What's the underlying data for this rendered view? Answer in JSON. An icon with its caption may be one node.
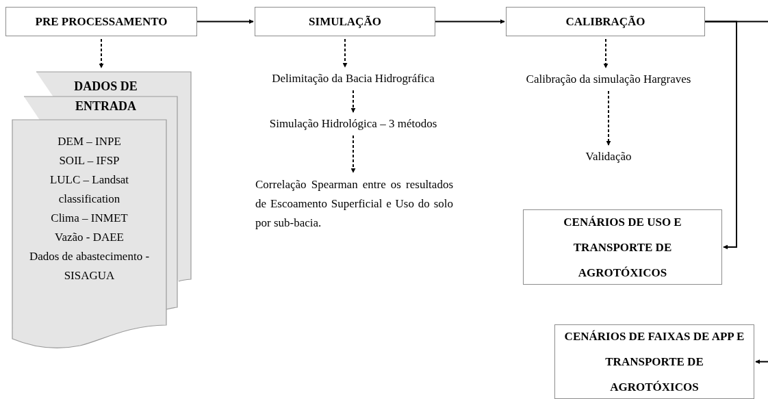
{
  "diagram": {
    "nodes": [
      {
        "text": [
          "PRE PROCESSAMENTO"
        ]
      },
      {
        "text": [
          "DADOS DE ENTRADA",
          "DEM – INPE",
          "SOIL – IFSP",
          "LULC – Landsat classification",
          "Clima – INMET",
          "Vazão - DAEE",
          "Dados de abastecimento - SISAGUA"
        ]
      },
      {
        "text": [
          "SIMULAÇÃO"
        ]
      },
      {
        "text": [
          "Delimitação da Bacia Hidrográfica"
        ]
      },
      {
        "text": [
          "Simulação Hidrológica – 3 métodos"
        ]
      },
      {
        "text": [
          "Correlação Spearman entre os resultados de Escoamento Superficial e Uso do solo por sub-bacia."
        ]
      },
      {
        "text": [
          "CALIBRAÇÃO"
        ]
      },
      {
        "text": [
          "Calibração da simulação Hargraves"
        ]
      },
      {
        "text": [
          "Validação"
        ]
      },
      {
        "text": [
          "CENÁRIOS DE USO E TRANSPORTE DE AGROTÓXICOS"
        ]
      },
      {
        "text": [
          "CENÁRIOS DE FAIXAS DE APP E TRANSPORTE DE AGROTÓXICOS"
        ]
      }
    ],
    "edges": [
      {
        "from": 0,
        "to": 2,
        "arrow": "to"
      },
      {
        "from": 2,
        "to": 6,
        "arrow": "to"
      },
      {
        "from": 0,
        "to": 1,
        "arrow": "to",
        "style": "dashed"
      },
      {
        "from": 2,
        "to": 3,
        "arrow": "to",
        "style": "dashed"
      },
      {
        "from": 3,
        "to": 4,
        "arrow": "to",
        "style": "dashed"
      },
      {
        "from": 4,
        "to": 5,
        "arrow": "to",
        "style": "dashed"
      },
      {
        "from": 6,
        "to": 7,
        "arrow": "to",
        "style": "dashed"
      },
      {
        "from": 7,
        "to": 8,
        "arrow": "to",
        "style": "dashed"
      },
      {
        "from": 6,
        "to": 9,
        "arrow": "to"
      },
      {
        "from": 6,
        "to": null,
        "arrow": "none"
      },
      {
        "from": null,
        "to": 10,
        "arrow": "to"
      }
    ]
  }
}
